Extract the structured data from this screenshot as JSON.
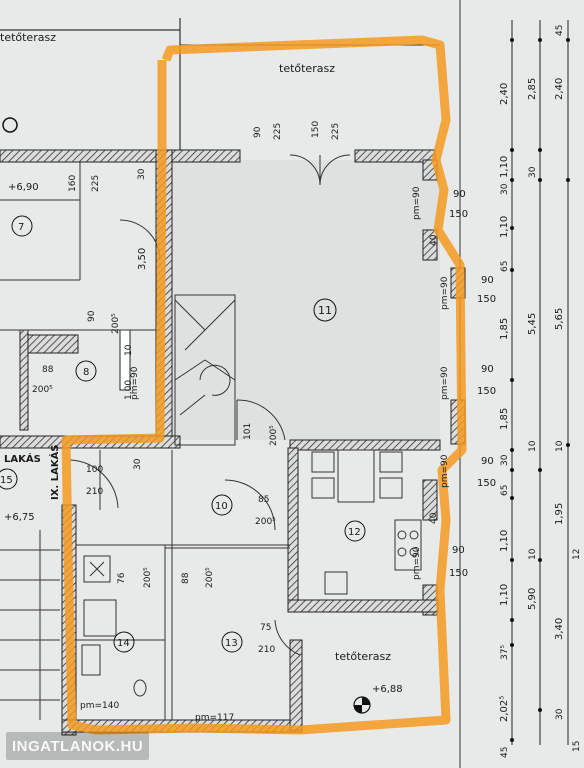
{
  "terrace_labels": [
    "tetőterasz",
    "tetőterasz",
    "tetőterasz"
  ],
  "room_numbers": [
    "7",
    "8",
    "11",
    "10",
    "12",
    "13",
    "14",
    "15"
  ],
  "apartment_labels": [
    "LAKÁS",
    "IX. LAKÁS"
  ],
  "levels": [
    "+6,90",
    "+6,75",
    "+6,88"
  ],
  "pm_labels": [
    "pm=90",
    "pm=90",
    "pm=90",
    "pm=90",
    "pm=90",
    "pm=90",
    "pm=140",
    "pm=117"
  ],
  "door_dims": {
    "top_left": [
      "90",
      "225",
      "150",
      "225"
    ],
    "room7": [
      "160",
      "225"
    ],
    "room8": [
      "90",
      "200⁵"
    ],
    "room8b": [
      "88",
      "200⁵"
    ],
    "stair": [
      "101",
      "200⁵"
    ],
    "room10": [
      "85",
      "200⁵"
    ],
    "room10b": [
      "100",
      "210"
    ],
    "room14": [
      "76",
      "200⁵"
    ],
    "room13a": [
      "88",
      "200⁵"
    ],
    "room13b": [
      "75",
      "210"
    ],
    "misc": [
      "30",
      "3,50",
      "1,00",
      "10",
      "30",
      "40",
      "40"
    ]
  },
  "window_dims": [
    [
      "90",
      "150"
    ],
    [
      "90",
      "150"
    ],
    [
      "90",
      "150"
    ],
    [
      "90",
      "150"
    ],
    [
      "90",
      "150"
    ]
  ],
  "dimension_chain_1": [
    "2,40",
    "1,10",
    "30",
    "1,10",
    "65",
    "1,85",
    "1,85",
    "30",
    "65",
    "1,10",
    "1,10",
    "37⁵",
    "2,02⁵",
    "45"
  ],
  "dimension_chain_2": [
    "2,85",
    "30",
    "5,45",
    "10",
    "1,95",
    "5,90",
    "10",
    "3,40",
    "30"
  ],
  "dimension_chain_3": [
    "45",
    "2,40",
    "5,65",
    "10",
    "12",
    "15"
  ],
  "watermark": "INGATLANOK.HU",
  "colors": {
    "highlight": "#f39a1e",
    "line": "#2a2a2a",
    "paper": "#eceeee"
  }
}
